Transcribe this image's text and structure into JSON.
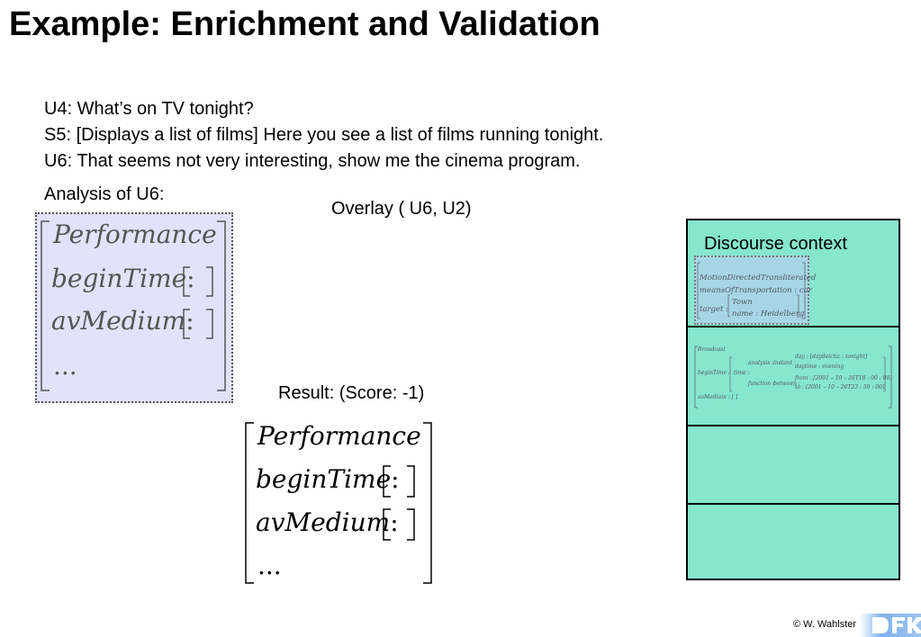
{
  "title": "Example: Enrichment and Validation",
  "dialogue": [
    "U4: What’s on TV tonight?",
    "S5: [Displays a list of films] Here you see a list of films running tonight.",
    "U6: That seems not very interesting, show me the cinema program."
  ],
  "analysis_label": "Analysis of U6:",
  "overlay_label": "Overlay ( U6, U2)",
  "result_label": "Result: (Score: -1)",
  "analysis_avm": {
    "type": "Performance",
    "features": [
      {
        "name": "beginTime",
        "colon": ":"
      },
      {
        "name": "avMedium",
        "colon": ":"
      }
    ],
    "ellipsis": "..."
  },
  "result_avm": {
    "type": "Performance",
    "features": [
      {
        "name": "beginTime",
        "colon": ":"
      },
      {
        "name": "avMedium",
        "colon": ":"
      }
    ],
    "ellipsis": "..."
  },
  "discourse_context": {
    "label": "Discourse context",
    "mini_avm_1": {
      "type": "MotionDirectedTransliterated",
      "line2": "meansOfTransportation : car",
      "target_label": "target :",
      "target_type": "Town",
      "target_name": "name : Heidelberg"
    },
    "mini_avm_2": {
      "type": "Broadcast",
      "begin_time": "beginTime :",
      "time": "time :",
      "analysis": "analysis :",
      "instant": "instant :",
      "day": "day : [daydeictic : tonight]",
      "daytime": "daytime : evening",
      "function": "function :",
      "between": "between :",
      "from": "from : [2001 – 10 – 26T18 : 00 : 00]",
      "to": "to : [2001 – 10 – 26T23 : 59 : 00]",
      "av_medium": "avMedium : [ ]"
    }
  },
  "footer": {
    "copyright": "© W. Wahlster"
  },
  "colors": {
    "analysis_bg": "#e2e2fb",
    "context_bg": "#86e6ce",
    "mini_bg": "#a6d6e6",
    "logo": "#7fb3ea"
  }
}
